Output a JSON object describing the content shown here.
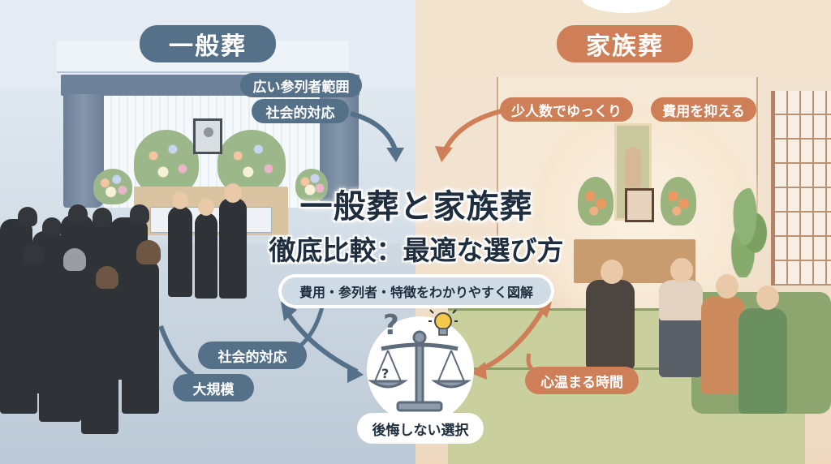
{
  "left_panel": {
    "header_label": "一般葬",
    "tags_top": [
      "広い参列者範囲",
      "社会的対応"
    ],
    "tags_bottom": [
      "社会的対応",
      "大規模"
    ],
    "colors": {
      "accent": "#557189",
      "background": "#d7e1ea"
    }
  },
  "right_panel": {
    "header_label": "家族葬",
    "tags_top": [
      "少人数でゆっくり",
      "費用を抑える"
    ],
    "tags_bottom": [
      "心温まる時間"
    ],
    "colors": {
      "accent": "#cf7f58",
      "background": "#f2e2cf"
    }
  },
  "center": {
    "title_line1": "一般葬と家族葬",
    "title_line2": "徹底比較：最適な選び方",
    "subtitle": "費用・参列者・特徴をわかりやすく図解",
    "conclusion_label": "後悔しない選択",
    "icons": [
      "question-mark-icon",
      "balance-scale-icon",
      "lightbulb-icon"
    ],
    "colors": {
      "title_text": "#1f2e3e",
      "subtitle_bg": "#cfdbe5"
    }
  }
}
